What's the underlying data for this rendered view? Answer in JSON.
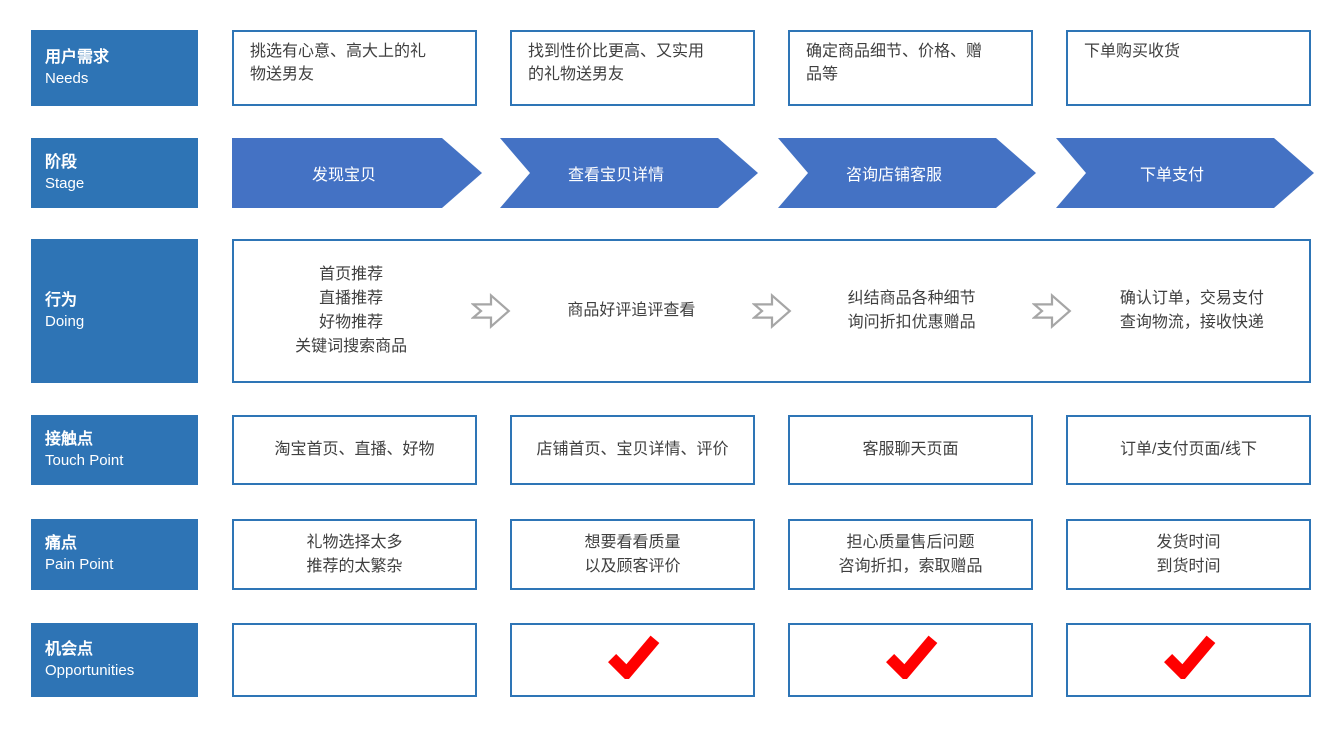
{
  "diagram_title": "customer-journey-map",
  "colors": {
    "label_bg": "#2E74B5",
    "stage_arrow_bg": "#4472C4",
    "box_border": "#2E75B6",
    "hollow_arrow_stroke": "#A6A6A6",
    "check": "#FF0000",
    "label_text": "#FFFFFF",
    "body_text": "#3F3F3F"
  },
  "rows": {
    "needs": {
      "label_zh": "用户需求",
      "label_en": "Needs",
      "cells": [
        [
          "挑选有心意、高大上的礼",
          "物送男友"
        ],
        [
          "找到性价比更高、又实用",
          "的礼物送男友"
        ],
        [
          "确定商品细节、价格、赠",
          "品等"
        ],
        [
          "下单购买收货"
        ]
      ]
    },
    "stage": {
      "label_zh": "阶段",
      "label_en": "Stage",
      "steps": [
        "发现宝贝",
        "查看宝贝详情",
        "咨询店铺客服",
        "下单支付"
      ]
    },
    "doing": {
      "label_zh": "行为",
      "label_en": "Doing",
      "cells": [
        [
          "首页推荐",
          "直播推荐",
          "好物推荐",
          "关键词搜索商品"
        ],
        [
          "商品好评追评查看"
        ],
        [
          "纠结商品各种细节",
          "询问折扣优惠赠品"
        ],
        [
          "确认订单，交易支付",
          "查询物流，接收快递"
        ]
      ]
    },
    "touch_point": {
      "label_zh": "接触点",
      "label_en": "Touch Point",
      "cells": [
        [
          "淘宝首页、直播、好物"
        ],
        [
          "店铺首页、宝贝详情、评价"
        ],
        [
          "客服聊天页面"
        ],
        [
          "订单/支付页面/线下"
        ]
      ]
    },
    "pain_point": {
      "label_zh": "痛点",
      "label_en": "Pain Point",
      "cells": [
        [
          "礼物选择太多",
          "推荐的太繁杂"
        ],
        [
          "想要看看质量",
          "以及顾客评价"
        ],
        [
          "担心质量售后问题",
          "咨询折扣，索取赠品"
        ],
        [
          "发货时间",
          "到货时间"
        ]
      ]
    },
    "opportunities": {
      "label_zh": "机会点",
      "label_en": "Opportunities",
      "checks": [
        false,
        true,
        true,
        true
      ]
    }
  }
}
